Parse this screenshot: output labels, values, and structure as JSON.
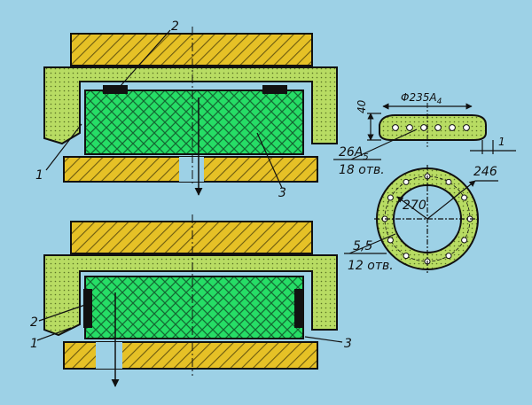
{
  "colors": {
    "background": "#9dd1e6",
    "steel": "#e6c126",
    "rubber": "#26dd66",
    "insert": "#b8dc63",
    "seal": "#111111"
  },
  "labels": {
    "top": {
      "part1": "1",
      "part2": "2",
      "part3": "3"
    },
    "bottom": {
      "part1": "1",
      "part2": "2",
      "part3": "3"
    }
  },
  "dims": {
    "height": "40",
    "diameter": "Φ235A",
    "diameter_sub": "4",
    "bore": "26A",
    "bore_sub": "5",
    "holes_big": "18 отв.",
    "clearance": "1",
    "outer": "246",
    "inner": "270",
    "hole_dia": "5,5",
    "holes_small": "12 отв."
  }
}
